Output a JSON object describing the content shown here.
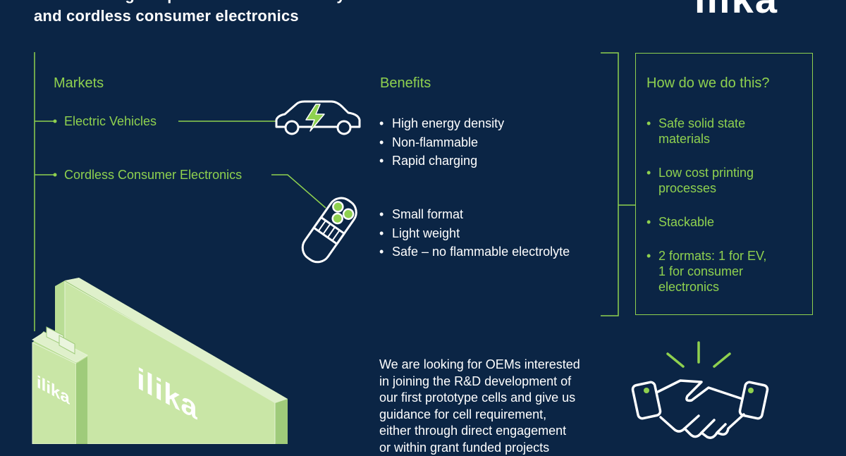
{
  "header": {
    "title_line1": "Transforming the performance and safety of electric vehicles",
    "title_line2": "and cordless consumer electronics",
    "brand": "ilika"
  },
  "markets": {
    "heading": "Markets",
    "items": [
      "Electric Vehicles",
      "Cordless Consumer Electronics"
    ]
  },
  "benefits": {
    "heading": "Benefits",
    "ev_benefits": [
      "High energy density",
      "Non-flammable",
      "Rapid charging"
    ],
    "consumer_benefits": [
      "Small format",
      "Light weight",
      "Safe – no flammable electrolyte"
    ]
  },
  "how": {
    "heading": "How do we do this?",
    "items": [
      [
        "Safe solid state",
        "materials"
      ],
      [
        "Low cost printing",
        "processes"
      ],
      [
        "Stackable"
      ],
      [
        "2 formats: 1 for EV,",
        "1 for consumer",
        "electronics"
      ]
    ]
  },
  "cta": {
    "lines": [
      "We are looking for OEMs interested",
      "in joining the R&D development of",
      "our first prototype cells and give us",
      "guidance for cell requirement,",
      "either through direct engagement",
      "or within grant funded projects"
    ]
  },
  "battery": {
    "large_label": "ilika",
    "small_label": "ilika"
  },
  "colors": {
    "background": "#0b2545",
    "accent": "#8fd14f",
    "text": "#ffffff",
    "battery_face": "#c9e6a6",
    "battery_side": "#9fcb7a"
  },
  "icons": [
    "car-icon",
    "lightning-icon",
    "shaver-icon",
    "handshake-icon"
  ]
}
